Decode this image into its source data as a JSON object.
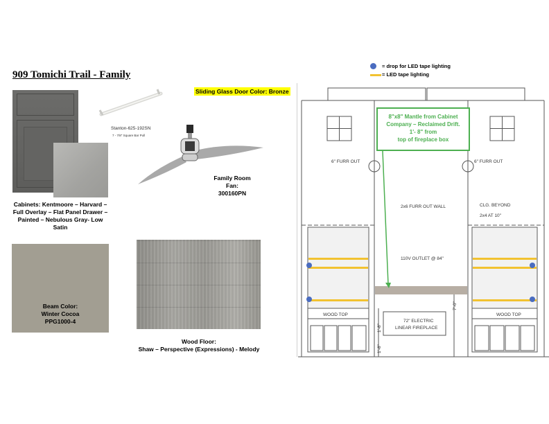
{
  "page": {
    "title": "909 Tomichi Trail - Family",
    "highlight": "Sliding Glass Door Color: Bronze"
  },
  "hardware": {
    "name": "Stanton-625-192SN",
    "subtitle": "7 - 7/8\" Square Bar Pull"
  },
  "fan": {
    "caption_line1": "Family Room Fan:",
    "caption_line2": "300160PN"
  },
  "cabinets": {
    "caption_line1": "Cabinets: Kentmoore – Harvard –",
    "caption_line2": "Full Overlay – Flat Panel Drawer –",
    "caption_line3": "Painted – Nebulous Gray- Low",
    "caption_line4": "Satin"
  },
  "beam": {
    "line1": "Beam Color:",
    "line2": "Winter Cocoa",
    "line3": "PPG1000-4",
    "color": "#a29e92"
  },
  "floor": {
    "line1": "Wood Floor:",
    "line2": "Shaw – Perspective (Expressions) - Melody"
  },
  "legend": {
    "dot_label": "= drop for LED tape lighting",
    "bar_label": "= LED tape lighting",
    "dot_color": "#4a6cc0",
    "bar_color": "#f2c230"
  },
  "mantle_note": {
    "line1": "8\"x8\" Mantle from Cabinet",
    "line2": "Company – Reclaimed Drift.",
    "line3": "1'- 8\" from",
    "line4": "top of fireplace box",
    "color": "#4caf50"
  },
  "drawing": {
    "furr_left": "6\" FURR OUT",
    "furr_right": "6\" FURR OUT",
    "furr_wall": "2x6 FURR OUT WALL",
    "clg_beyond": "CLG. BEYOND",
    "clg_2x4": "2x4 AT 10\"",
    "outlet": "110V OUTLET @ 84\"",
    "dim_height": "7'-0\"",
    "dim_top": "1'-8\"",
    "dim_bottom": "1'-8\"",
    "fireplace_line1": "72\" ELECTRIC",
    "fireplace_line2": "LINEAR FIREPLACE",
    "wood_top_left": "WOOD TOP",
    "wood_top_right": "WOOD TOP"
  }
}
